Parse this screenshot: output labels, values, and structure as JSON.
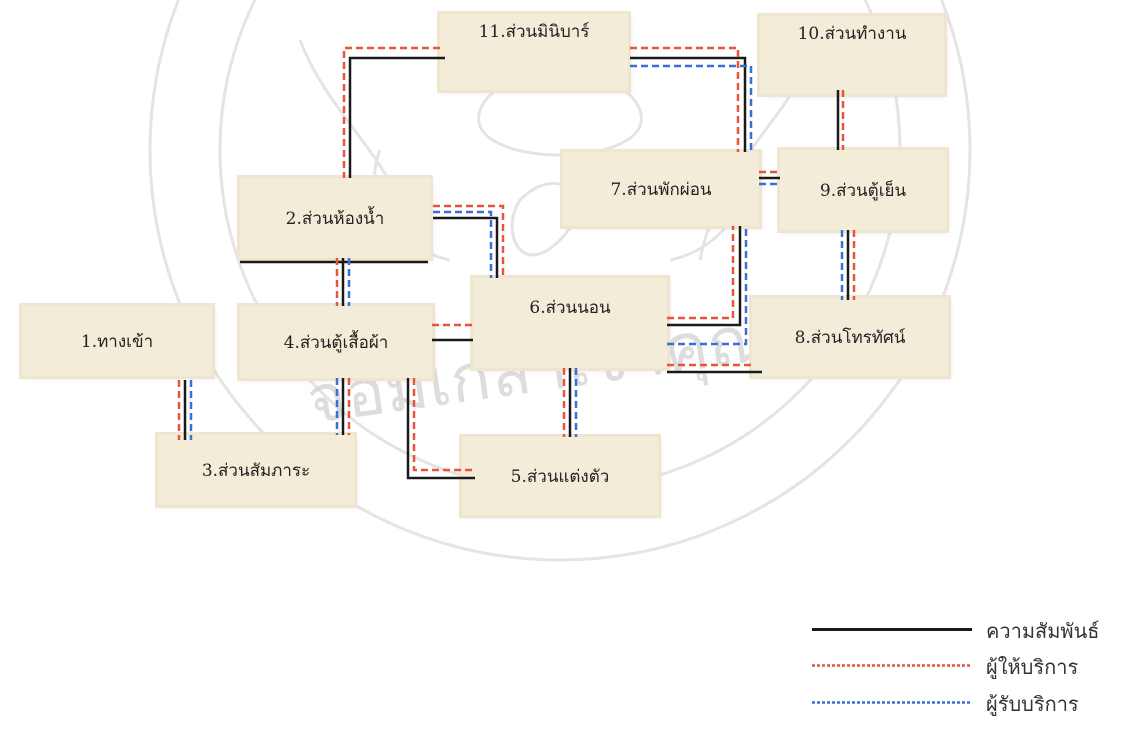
{
  "nodes": {
    "n1": "1.ทางเข้า",
    "n2": "2.ส่วนห้องน้ำ",
    "n3": "3.ส่วนสัมภาระ",
    "n4": "4.ส่วนตู้เสื้อผ้า",
    "n5": "5.ส่วนแต่งตัว",
    "n6": "6.ส่วนนอน",
    "n7": "7.ส่วนพักผ่อน",
    "n8": "8.ส่วนโทรทัศน์",
    "n9": "9.ส่วนตู้เย็น",
    "n10": "10.ส่วนทำงาน",
    "n11": "11.ส่วนมินิบาร์"
  },
  "legend": {
    "relation": "ความสัมพันธ์",
    "provider": "ผู้ให้บริการ",
    "receiver": "ผู้รับบริการ"
  },
  "colors": {
    "relation": "#1a1a1a",
    "provider": "#e8543c",
    "receiver": "#3a6fd8",
    "node_fill": "#f3ecd9",
    "watermark": "#c9c9c9"
  },
  "watermark_text": "จอมเกล้าเจ้าคุณทหาร"
}
